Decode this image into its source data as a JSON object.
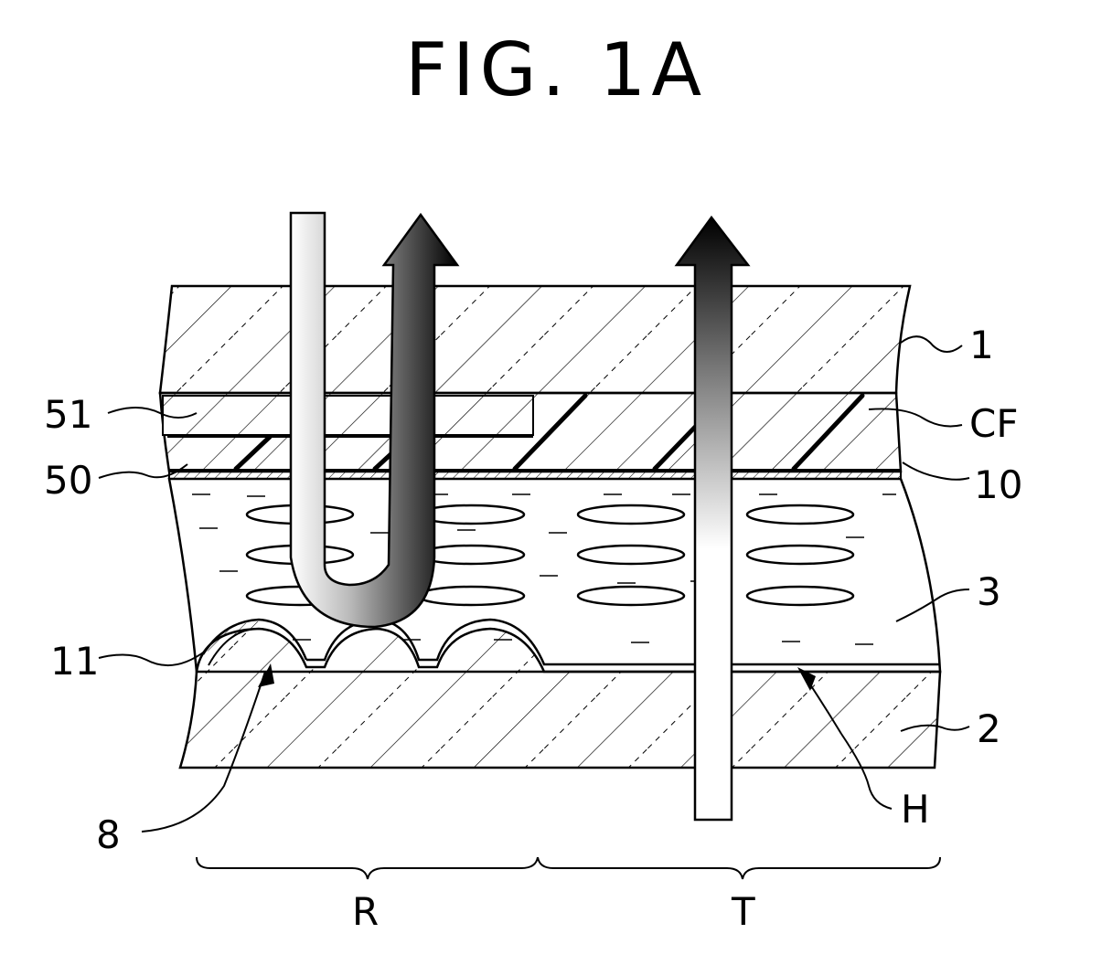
{
  "title": "FIG. 1A",
  "labels": {
    "substrate_top": "1",
    "color_filter": "CF",
    "layer_51": "51",
    "layer_50": "50",
    "electrode_10": "10",
    "liquid_crystal": "3",
    "reflector_11": "11",
    "substrate_bottom": "2",
    "hole_H": "H",
    "bumps_8": "8",
    "region_R": "R",
    "region_T": "T"
  }
}
